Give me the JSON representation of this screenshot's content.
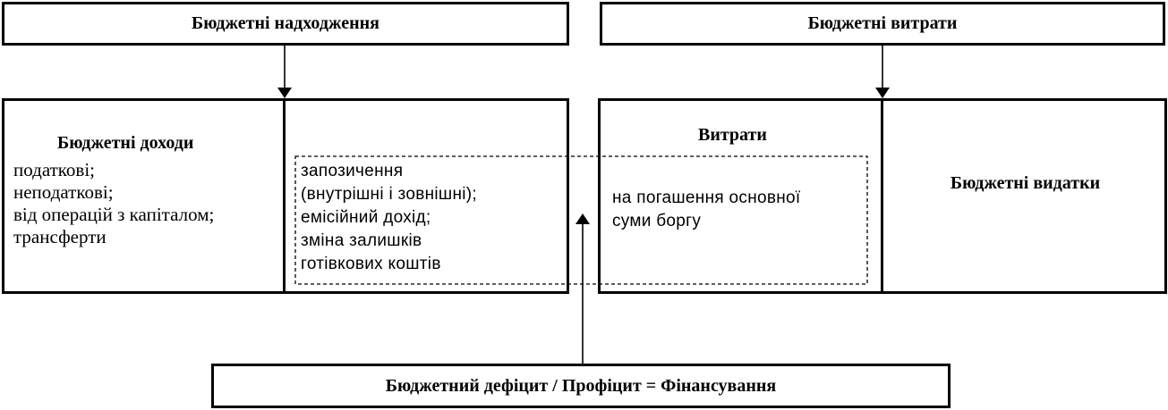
{
  "top_left_box": {
    "label": "Бюджетні надходження"
  },
  "top_right_box": {
    "label": "Бюджетні витрати"
  },
  "revenue_panel": {
    "heading": "Бюджетні доходи",
    "items": [
      "податкові;",
      "неподаткові;",
      "від операцій з капіталом;",
      "трансферти"
    ]
  },
  "financing_panel": {
    "items": [
      "запозичення",
      "(внутрішні і зовнішні);",
      "емісійний дохід;",
      "зміна залишків",
      "готівкових коштів"
    ]
  },
  "expenditure_panel": {
    "heading": "Витрати",
    "items": [
      "на погашення основної",
      "суми боргу"
    ]
  },
  "outlays_panel": {
    "label": "Бюджетні видатки"
  },
  "bottom_box": {
    "label": "Бюджетний дефіцит / Профіцит = Фінансування"
  }
}
